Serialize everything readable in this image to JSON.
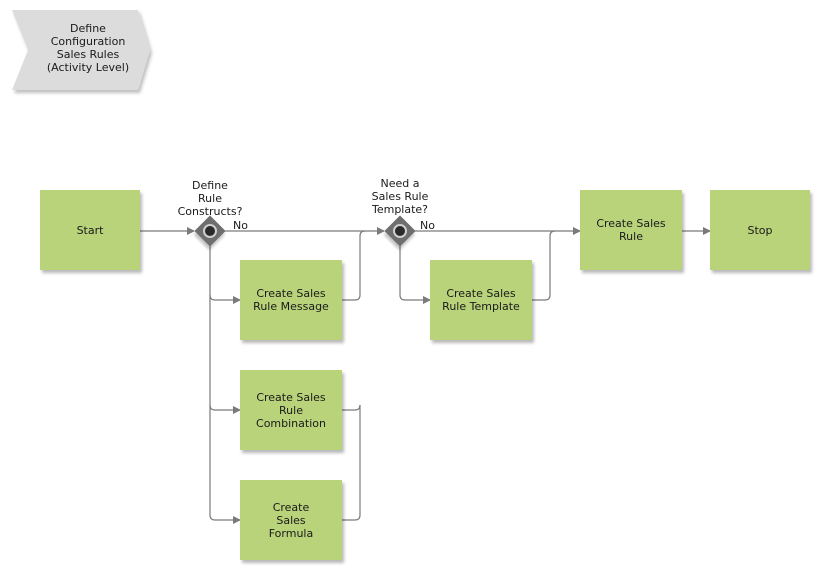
{
  "header": {
    "title": "Define\nConfiguration\nSales Rules\n(Activity Level)"
  },
  "nodes": {
    "start": "Start",
    "create_message": "Create Sales\nRule Message",
    "create_combination": "Create Sales\nRule\nCombination",
    "create_formula": "Create\nSales\nFormula",
    "create_template": "Create Sales\nRule Template",
    "create_rule": "Create Sales\nRule",
    "stop": "Stop"
  },
  "gateways": {
    "g1": {
      "question": "Define\nRule\nConstructs?",
      "no_label": "No"
    },
    "g2": {
      "question": "Need a\nSales Rule\nTemplate?",
      "no_label": "No"
    }
  },
  "colors": {
    "task_fill": "#b9d37a",
    "connector": "#7a7a7a",
    "gateway_fill": "#707070",
    "header_fill": "#dcdcdc"
  }
}
